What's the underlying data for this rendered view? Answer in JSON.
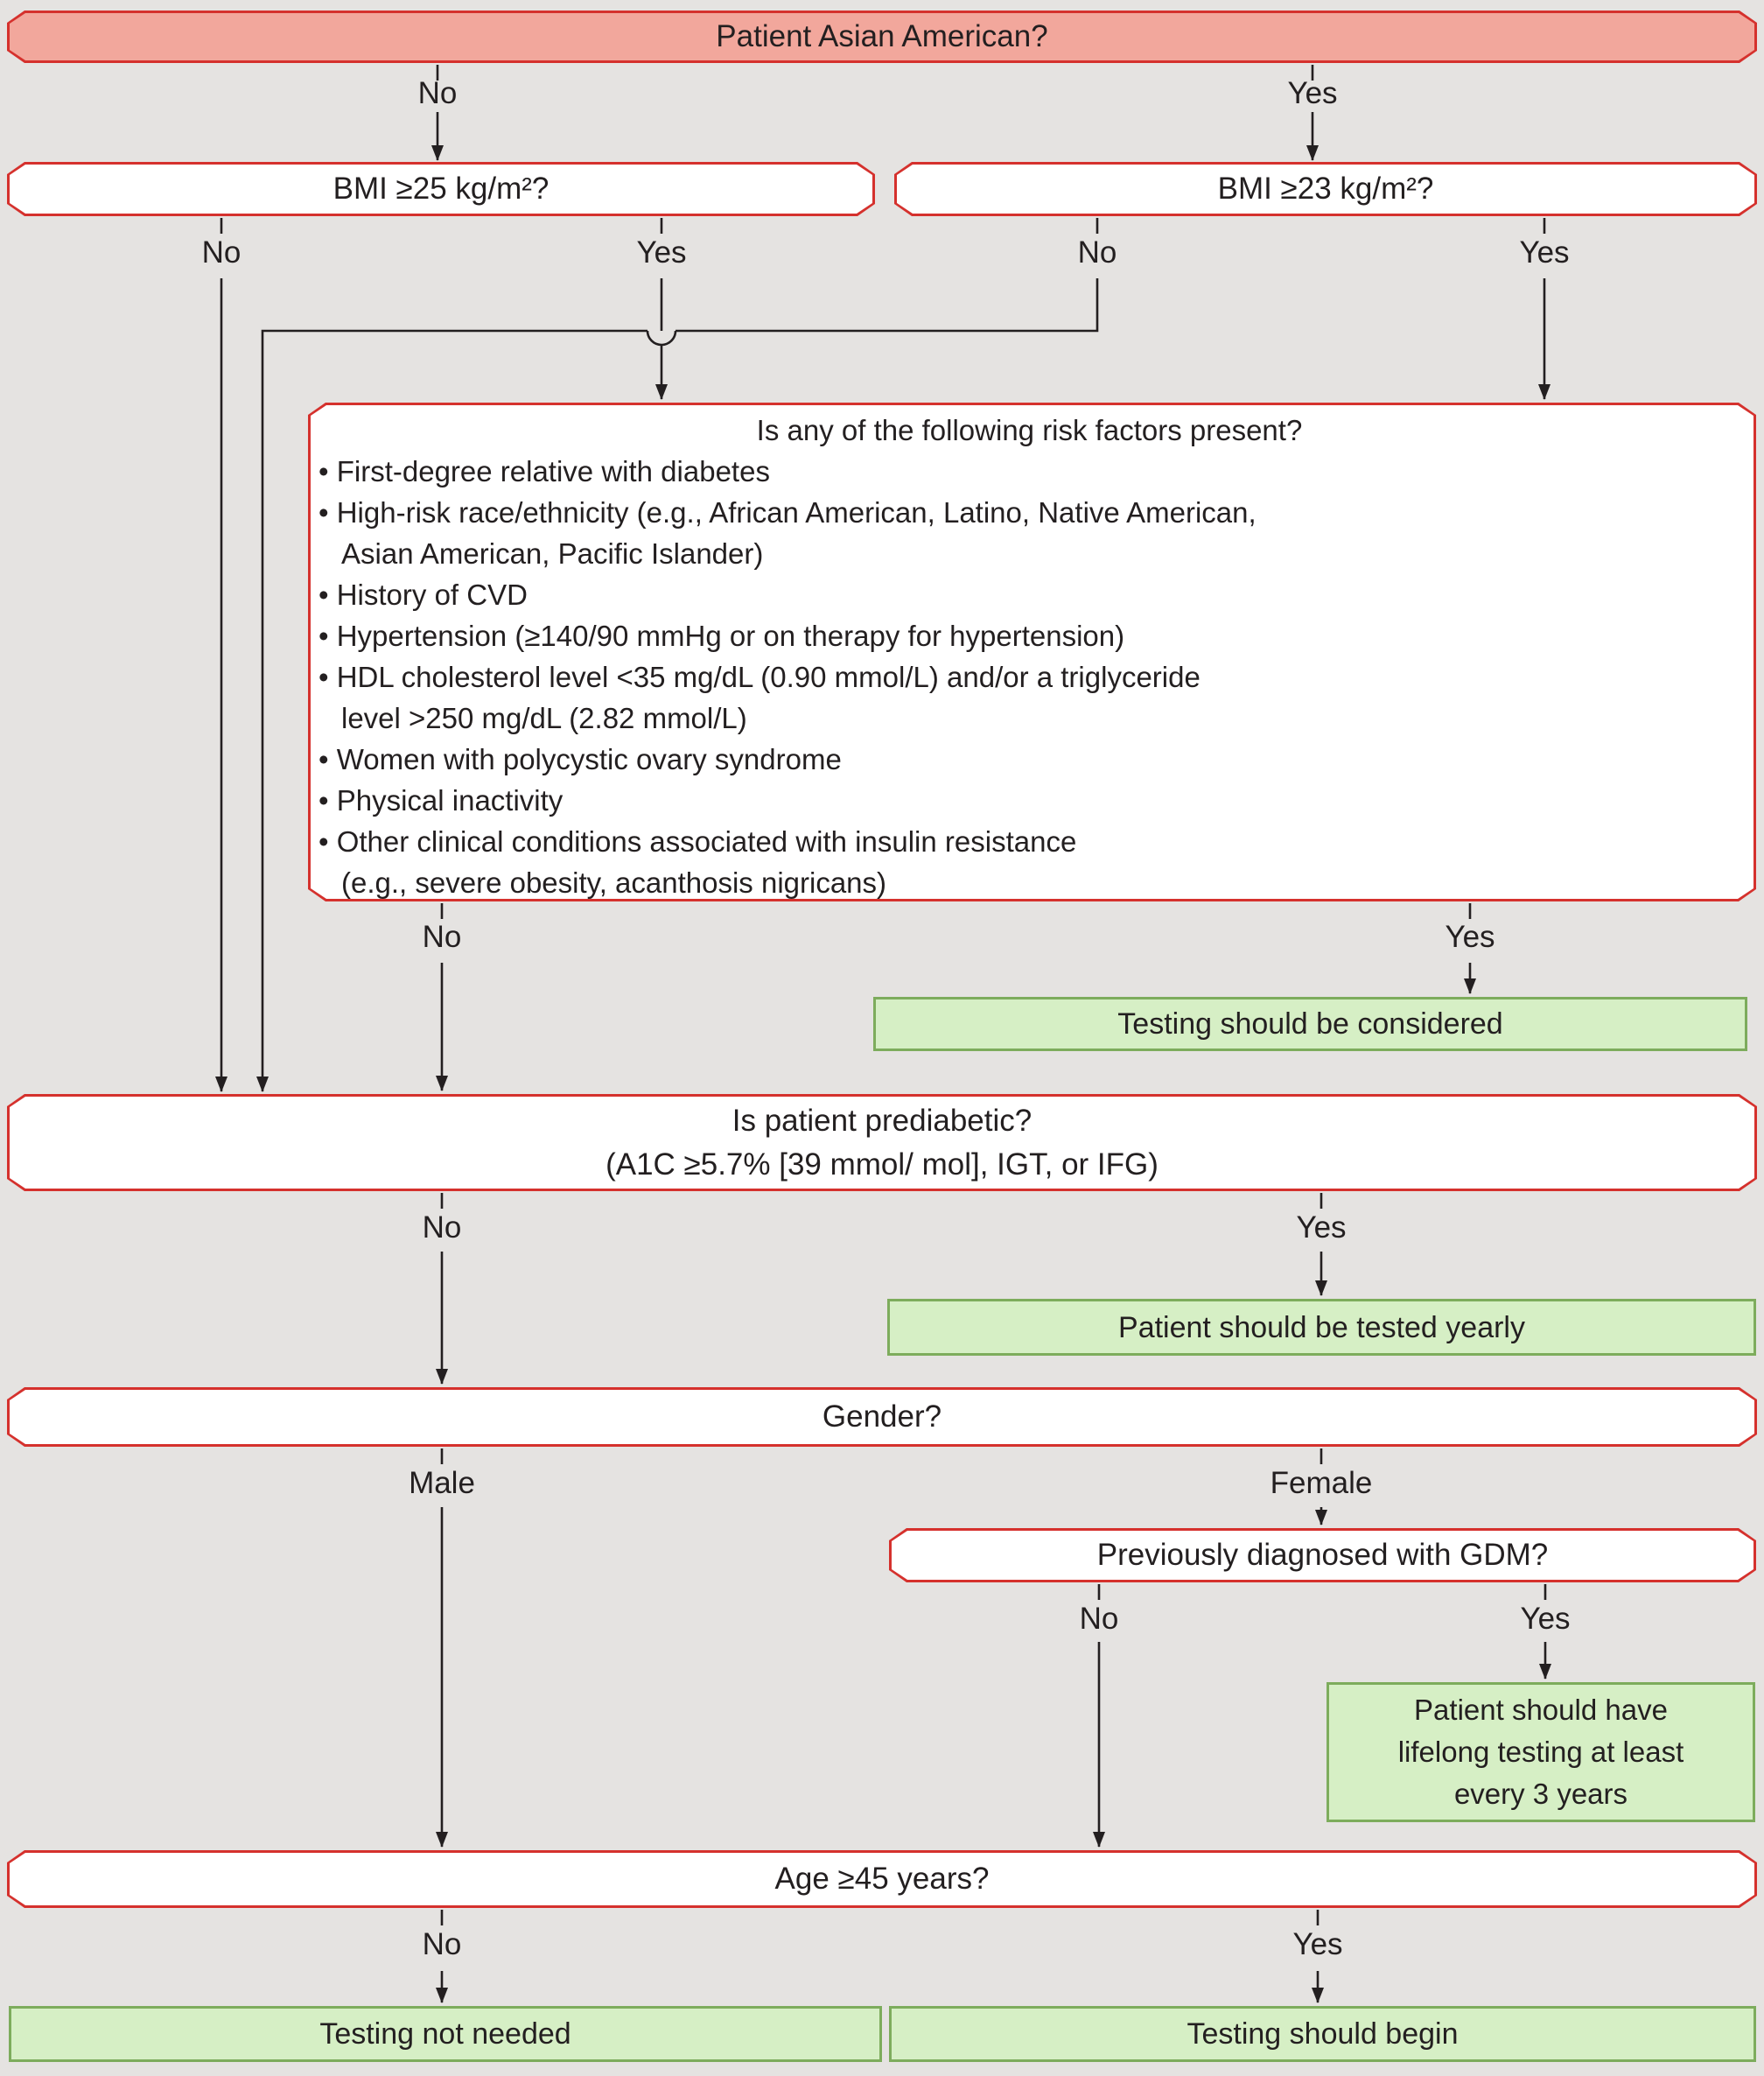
{
  "flow": {
    "colors": {
      "page_bg": "#e5e3e1",
      "question_fill": "#ffffff",
      "question_border": "#d5312d",
      "start_fill": "#f2a79c",
      "outcome_fill": "#d6efc5",
      "outcome_border": "#7dac5c",
      "line_color": "#231f20"
    },
    "q_asian": "Patient Asian American?",
    "q_bmi25": "BMI ≥25 kg/m²?",
    "q_bmi23": "BMI ≥23 kg/m²?",
    "risk": {
      "title": "Is any of the following risk factors present?",
      "lines": [
        "• First-degree relative with diabetes",
        "• High-risk race/ethnicity (e.g., African American, Latino, Native American,",
        "Asian American, Pacific Islander)",
        "• History of CVD",
        "• Hypertension (≥140/90 mmHg or on therapy for hypertension)",
        "• HDL cholesterol level <35 mg/dL (0.90 mmol/L) and/or a triglyceride",
        "level >250 mg/dL (2.82 mmol/L)",
        "• Women with polycystic ovary syndrome",
        "• Physical inactivity",
        "• Other clinical conditions associated with insulin resistance",
        "(e.g., severe obesity, acanthosis nigricans)"
      ]
    },
    "q_prediabetic": "Is patient prediabetic?\n(A1C ≥5.7% [39 mmol/ mol], IGT, or IFG)",
    "q_gender": "Gender?",
    "q_gdm": "Previously diagnosed with GDM?",
    "q_age": "Age ≥45 years?",
    "outcome_considered": "Testing should be considered",
    "outcome_yearly": "Patient should be tested yearly",
    "outcome_lifelong": "Patient should have\nlifelong testing at least\nevery 3 years",
    "outcome_not_needed": "Testing not needed",
    "outcome_begin": "Testing should begin",
    "labels": {
      "asian_no": "No",
      "asian_yes": "Yes",
      "bmi25_no": "No",
      "bmi25_yes": "Yes",
      "bmi23_no": "No",
      "bmi23_yes": "Yes",
      "risk_no": "No",
      "risk_yes": "Yes",
      "pre_no": "No",
      "pre_yes": "Yes",
      "gender_male": "Male",
      "gender_female": "Female",
      "gdm_no": "No",
      "gdm_yes": "Yes",
      "age_no": "No",
      "age_yes": "Yes"
    }
  }
}
